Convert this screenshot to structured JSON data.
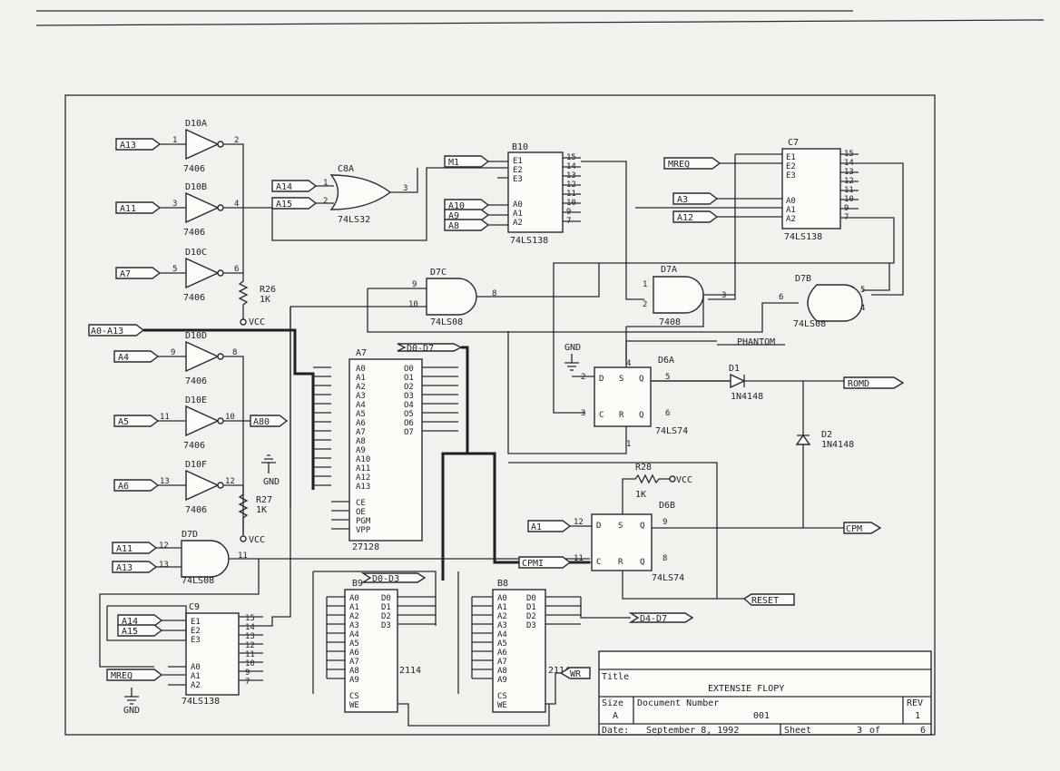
{
  "title_block": {
    "title_label": "Title",
    "title": "EXTENSIE FLOPY",
    "size_label": "Size",
    "size": "A",
    "docnum_label": "Document Number",
    "docnum": "001",
    "rev_label": "REV",
    "rev": "1",
    "date_label": "Date:",
    "date": "September  8, 1992",
    "sheet_label": "Sheet",
    "sheet": "3",
    "of_label": "of",
    "sheet_total": "6"
  },
  "signals": {
    "a13": "A13",
    "a11": "A11",
    "a7": "A7",
    "a14": "A14",
    "a15": "A15",
    "m1": "M1",
    "a10": "A10",
    "a9": "A9",
    "a8": "A8",
    "mreq": "MREQ",
    "a3": "A3",
    "a12": "A12",
    "a0a13": "A0-A13",
    "a4": "A4",
    "a5": "A5",
    "a6": "A6",
    "a11b": "A11",
    "a13b": "A13",
    "d0d7": "D0-D7",
    "a80": "A80",
    "phantom": "PHANTOM",
    "romd": "ROMD",
    "a1": "A1",
    "cpmi": "CPMI",
    "cpm": "CPM",
    "reset": "RESET",
    "d0d3": "D0-D3",
    "d4d7": "D4-D7",
    "wr": "WR",
    "a14c": "A14",
    "a15c": "A15",
    "mreqc": "MREQ",
    "gnd": "GND",
    "vcc": "VCC"
  },
  "components": {
    "d10a": "D10A",
    "d10b": "D10B",
    "d10c": "D10C",
    "d10d": "D10D",
    "d10e": "D10E",
    "d10f": "D10F",
    "part7406": "7406",
    "c8a": "C8A",
    "part74ls32": "74LS32",
    "b10": "B10",
    "c7": "C7",
    "c9": "C9",
    "part74ls138": "74LS138",
    "d7a": "D7A",
    "d7b": "D7B",
    "d7c": "D7C",
    "d7d": "D7D",
    "part74ls08": "74LS08",
    "part7408": "7408",
    "a7": "A7",
    "part27128": "27128",
    "d6a": "D6A",
    "d6b": "D6B",
    "part74ls74": "74LS74",
    "d1": "D1",
    "d2": "D2",
    "part1n4148": "1N4148",
    "r26": "R26",
    "r27": "R27",
    "r28": "R28",
    "r1k": "1K",
    "b9": "B9",
    "b8": "B8",
    "part2114": "2114"
  }
}
